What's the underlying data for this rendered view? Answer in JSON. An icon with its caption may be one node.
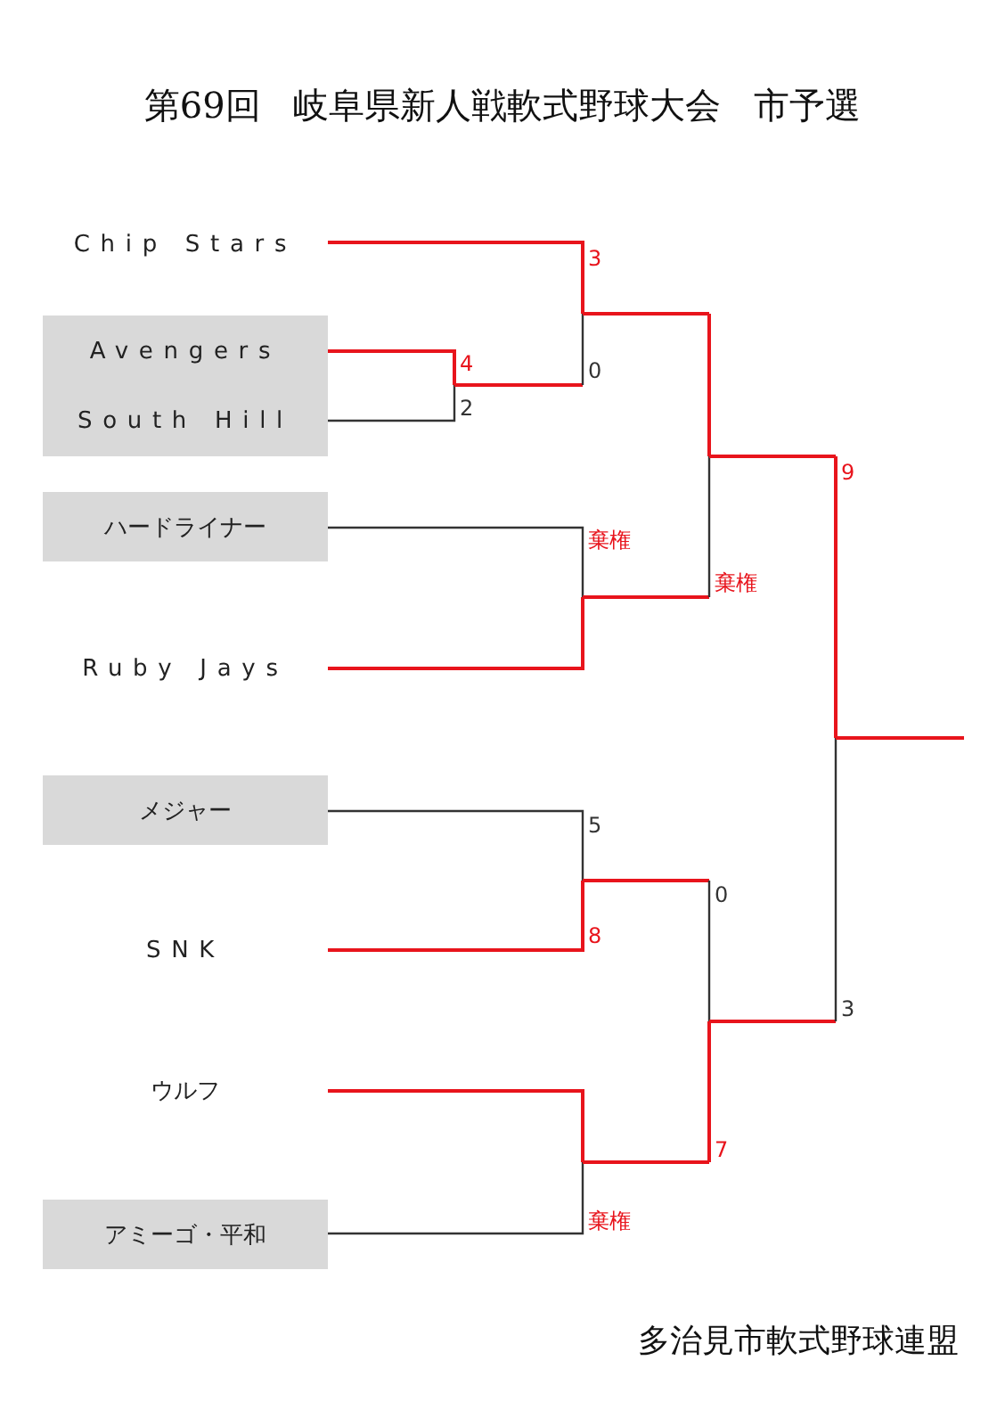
{
  "diagram": {
    "title": "第69回 岐阜県新人戦軟式野球大会 市予選",
    "caption": "多治見市軟式野球連盟",
    "nodes": [
      {
        "text": [
          "Chip Stars"
        ]
      },
      {
        "text": [],
        "shape": "box"
      },
      {
        "text": [
          "Avengers"
        ],
        "in": 1
      },
      {
        "text": [
          "South Hill"
        ],
        "in": 1
      },
      {
        "text": [
          "ハードライナー"
        ]
      },
      {
        "text": [
          "Ruby Jays"
        ]
      },
      {
        "text": [
          "メジャー"
        ]
      },
      {
        "text": [
          "SNK"
        ]
      },
      {
        "text": [
          "ウルフ"
        ]
      },
      {
        "text": [
          "アミーゴ・平和"
        ]
      }
    ],
    "labels": [
      "3",
      "4",
      "0",
      "2",
      "9",
      "棄権",
      "棄権",
      "5",
      "0",
      "8",
      "3",
      "7",
      "棄権"
    ]
  }
}
